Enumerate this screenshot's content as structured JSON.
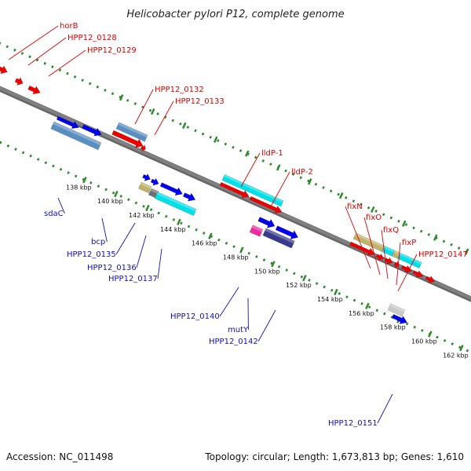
{
  "title": "Helicobacter pylori P12, complete genome",
  "footer": {
    "accession": "Accession: NC_011498",
    "summary": "Topology: circular; Length: 1,673,813 bp; Genes: 1,610"
  },
  "colors": {
    "backbone": "#808080",
    "dots": "#2e8b2e",
    "red_gene": "#ee0000",
    "blue_gene": "#0000ee",
    "steel": "#5a8fc2",
    "cyan": "#00e0e8",
    "khaki": "#bfb36a",
    "gray_gene": "#707070",
    "magenta": "#ee2aa0",
    "slate": "#3a3a8a",
    "silver": "#c9c9c9",
    "red_label": "#dd0000",
    "blue_label": "#1010c0"
  },
  "ticks": [
    {
      "label": "138 kbp"
    },
    {
      "label": "140 kbp"
    },
    {
      "label": "142 kbp"
    },
    {
      "label": "144 kbp"
    },
    {
      "label": "146 kbp"
    },
    {
      "label": "148 kbp"
    },
    {
      "label": "150 kbp"
    },
    {
      "label": "152 kbp"
    },
    {
      "label": "154 kbp"
    },
    {
      "label": "156 kbp"
    },
    {
      "label": "158 kbp"
    },
    {
      "label": "160 kbp"
    },
    {
      "label": "162 kbp"
    }
  ],
  "upper_labels": [
    "horB",
    "HPP12_0128",
    "HPP12_0129",
    "HPP12_0132",
    "HPP12_0133",
    "lldP-1",
    "lldP-2",
    "fixN",
    "fixO",
    "fixQ",
    "fixP",
    "HPP12_0147"
  ],
  "lower_labels": [
    "sdaC",
    "bcp",
    "HPP12_0135",
    "HPP12_0136",
    "HPP12_0137",
    "HPP12_0140",
    "mutY",
    "HPP12_0142",
    "HPP12_0151"
  ]
}
